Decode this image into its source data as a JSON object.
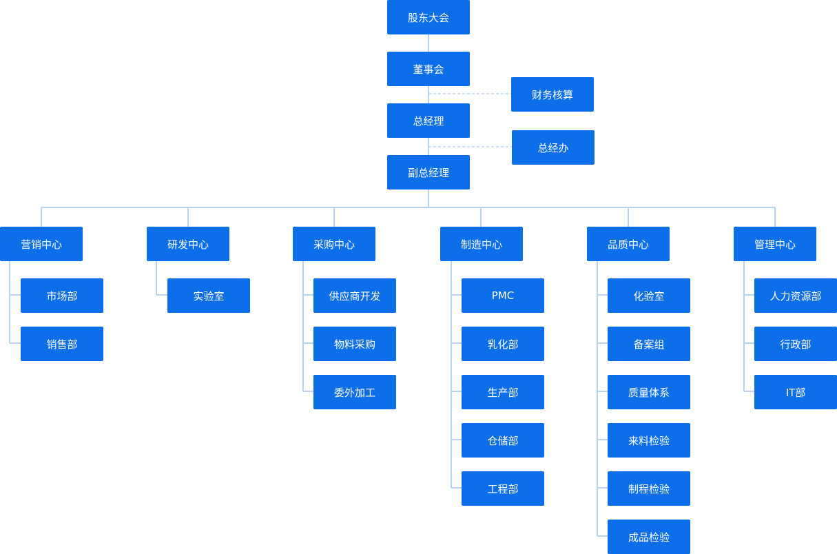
{
  "top": {
    "shareholders": "股东大会",
    "board": "董事会",
    "finance": "财务核算",
    "gm": "总经理",
    "gm_office": "总经办",
    "vgm": "副总经理"
  },
  "centers": [
    {
      "label": "营销中心",
      "departments": [
        "市场部",
        "销售部"
      ]
    },
    {
      "label": "研发中心",
      "departments": [
        "实验室"
      ]
    },
    {
      "label": "采购中心",
      "departments": [
        "供应商开发",
        "物料采购",
        "委外加工"
      ]
    },
    {
      "label": "制造中心",
      "departments": [
        "PMC",
        "乳化部",
        "生产部",
        "仓储部",
        "工程部"
      ]
    },
    {
      "label": "品质中心",
      "departments": [
        "化验室",
        "备案组",
        "质量体系",
        "来料检验",
        "制程检验",
        "成品检验"
      ]
    },
    {
      "label": "管理中心",
      "departments": [
        "人力资源部",
        "行政部",
        "IT部"
      ]
    }
  ],
  "colors": {
    "box": "#0d6eea",
    "line": "#b8d3f0",
    "text": "#ffffff"
  }
}
